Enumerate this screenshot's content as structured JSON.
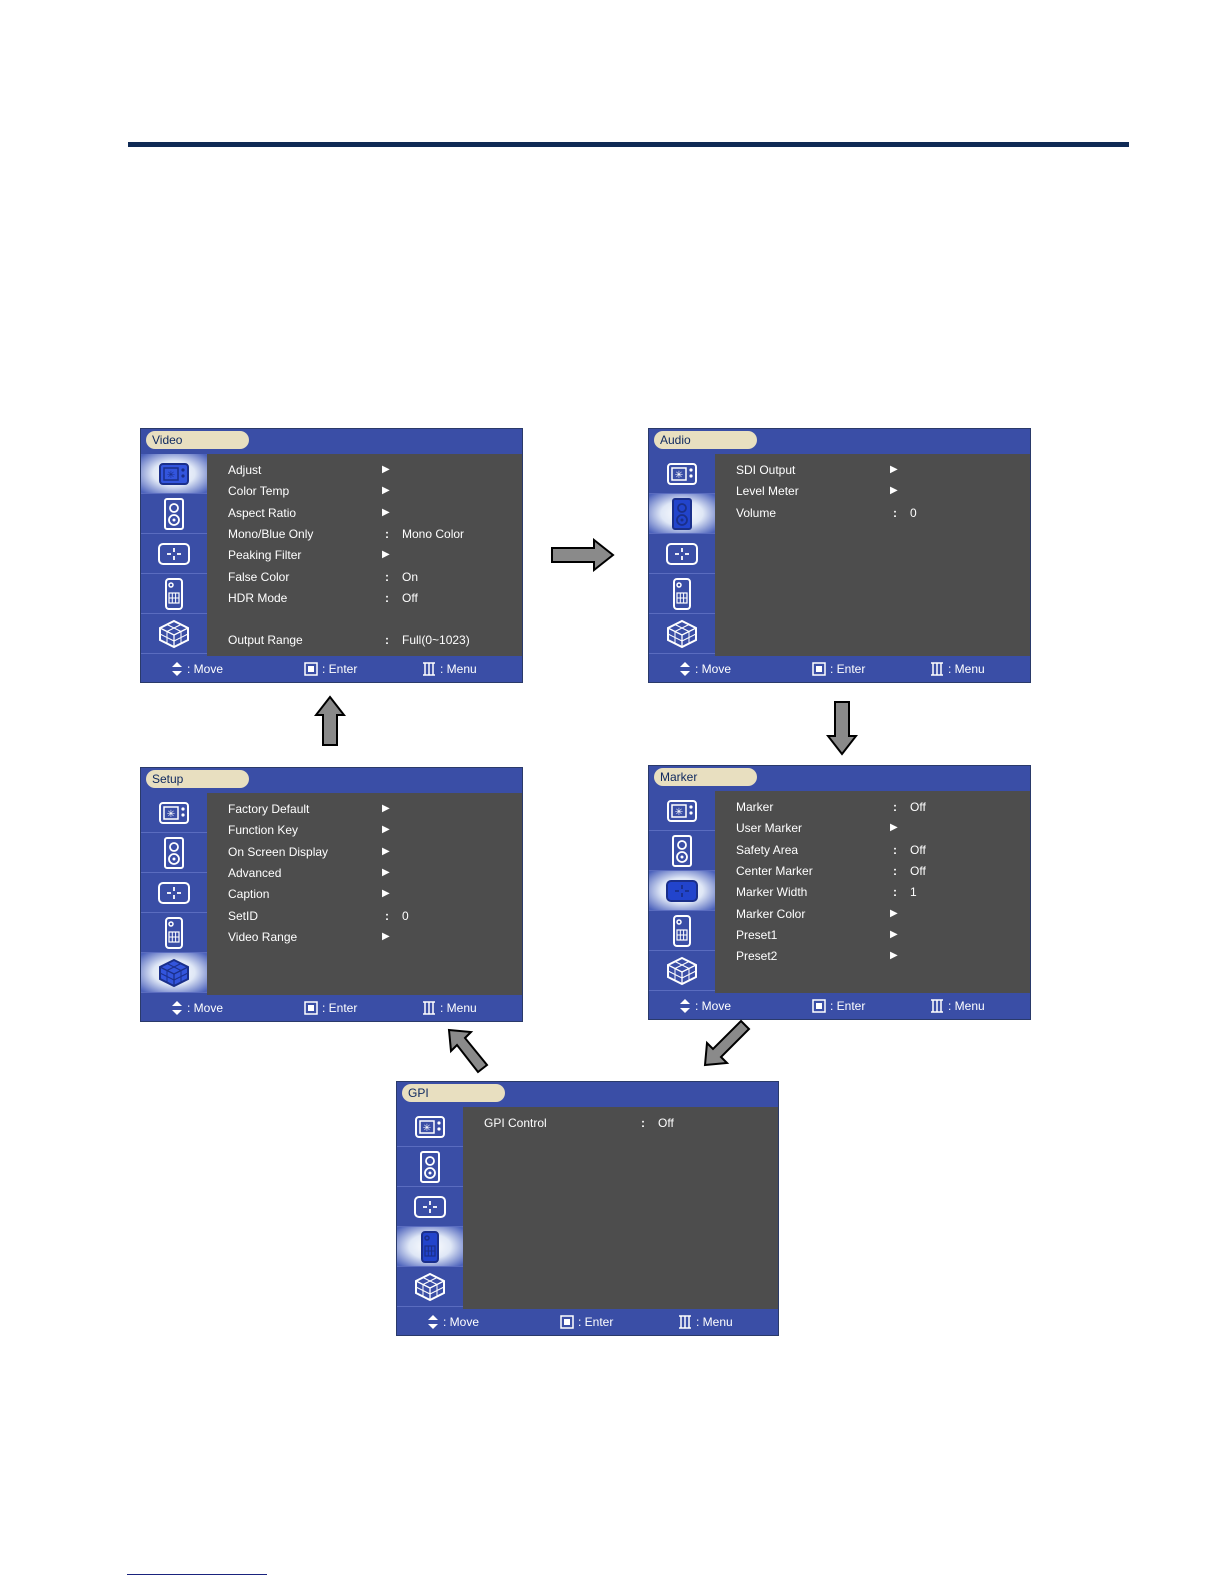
{
  "footer": {
    "move": ": Move",
    "enter": ": Enter",
    "menu": ": Menu"
  },
  "sidebar_icons": [
    "picture-icon",
    "speaker-icon",
    "crosshair-icon",
    "remote-icon",
    "cube-icon"
  ],
  "screens": [
    {
      "key": "video",
      "title": "Video",
      "active": 0,
      "items": [
        {
          "label": "Adjust",
          "type": "arrow"
        },
        {
          "label": "Color Temp",
          "type": "arrow"
        },
        {
          "label": "Aspect Ratio",
          "type": "arrow"
        },
        {
          "label": "Mono/Blue Only",
          "type": "value",
          "value": "Mono Color"
        },
        {
          "label": "Peaking Filter",
          "type": "arrow"
        },
        {
          "label": "False Color",
          "type": "value",
          "value": "On"
        },
        {
          "label": "HDR Mode",
          "type": "value",
          "value": "Off"
        },
        {
          "label": "",
          "type": "blank"
        },
        {
          "label": "Output Range",
          "type": "value",
          "value": "Full(0~1023)"
        }
      ]
    },
    {
      "key": "audio",
      "title": "Audio",
      "active": 1,
      "items": [
        {
          "label": "SDI Output",
          "type": "arrow"
        },
        {
          "label": "Level Meter",
          "type": "arrow"
        },
        {
          "label": "Volume",
          "type": "value",
          "value": "0"
        }
      ]
    },
    {
      "key": "setup",
      "title": "Setup",
      "active": 4,
      "items": [
        {
          "label": "Factory Default",
          "type": "arrow"
        },
        {
          "label": "Function Key",
          "type": "arrow"
        },
        {
          "label": "On Screen Display",
          "type": "arrow"
        },
        {
          "label": "Advanced",
          "type": "arrow"
        },
        {
          "label": "Caption",
          "type": "arrow"
        },
        {
          "label": "SetID",
          "type": "value",
          "value": "0"
        },
        {
          "label": "Video Range",
          "type": "arrow"
        }
      ]
    },
    {
      "key": "marker",
      "title": "Marker",
      "active": 2,
      "items": [
        {
          "label": "Marker",
          "type": "value",
          "value": "Off"
        },
        {
          "label": "User Marker",
          "type": "arrow"
        },
        {
          "label": "Safety Area",
          "type": "value",
          "value": "Off"
        },
        {
          "label": "Center Marker",
          "type": "value",
          "value": "Off"
        },
        {
          "label": "Marker Width",
          "type": "value",
          "value": "1"
        },
        {
          "label": "Marker Color",
          "type": "arrow"
        },
        {
          "label": "Preset1",
          "type": "arrow"
        },
        {
          "label": "Preset2",
          "type": "arrow"
        }
      ]
    },
    {
      "key": "gpi",
      "title": "GPI",
      "active": 3,
      "items": [
        {
          "label": "GPI Control",
          "type": "value",
          "value": "Off"
        }
      ]
    }
  ]
}
